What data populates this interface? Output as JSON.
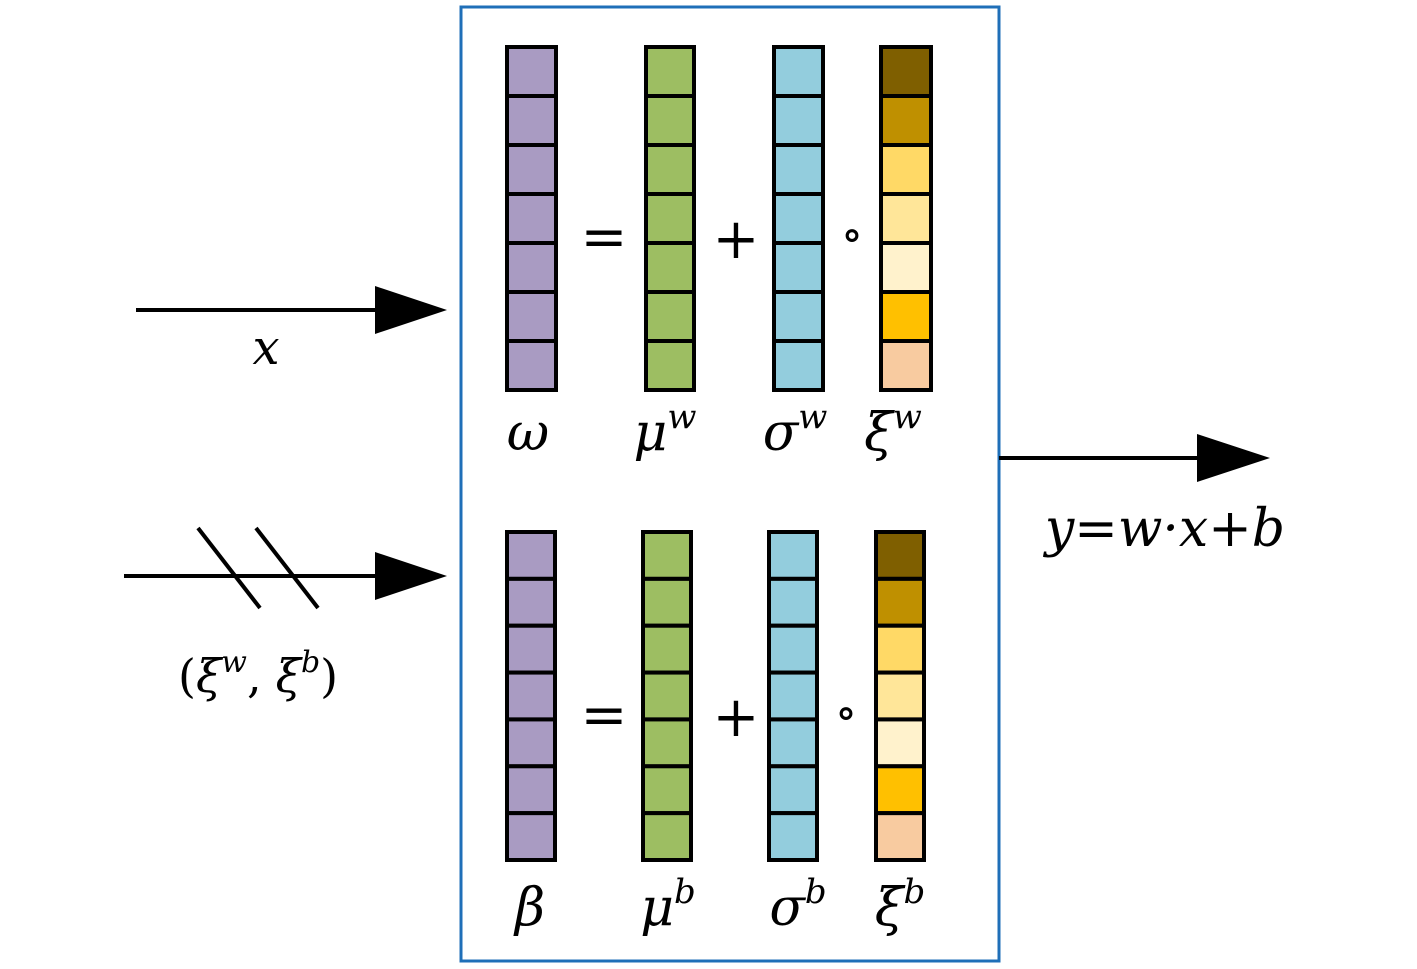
{
  "colors": {
    "frame": "#1f6fb8",
    "weight_cell": "#a99bc2",
    "mean_cell": "#9dbe62",
    "std_cell": "#93cddd",
    "noise_cells": [
      "#7f5f00",
      "#bf9000",
      "#ffd966",
      "#ffe699",
      "#fff2cc",
      "#ffc000",
      "#f8cba0"
    ],
    "stroke": "#000000"
  },
  "inputs": {
    "x": {
      "label": "x"
    },
    "noise": {
      "label_open": "(",
      "label_xi_w": "ξ",
      "label_xi_w_sup": "w",
      "label_sep": ",",
      "label_xi_b": "ξ",
      "label_xi_b_sup": "b",
      "label_close": ")"
    }
  },
  "output": {
    "label": "y=w·x+b"
  },
  "rows": [
    {
      "operators": {
        "equals": "=",
        "plus": "+",
        "hadamard": "∘"
      },
      "columns": [
        {
          "symbol": "ω",
          "superscript": "",
          "cells": 7
        },
        {
          "symbol": "μ",
          "superscript": "w",
          "cells": 7
        },
        {
          "symbol": "σ",
          "superscript": "w",
          "cells": 7
        },
        {
          "symbol": "ξ",
          "superscript": "w",
          "cells": 7
        }
      ]
    },
    {
      "operators": {
        "equals": "=",
        "plus": "+",
        "hadamard": "∘"
      },
      "columns": [
        {
          "symbol": "β",
          "superscript": "",
          "cells": 7
        },
        {
          "symbol": "μ",
          "superscript": "b",
          "cells": 7
        },
        {
          "symbol": "σ",
          "superscript": "b",
          "cells": 7
        },
        {
          "symbol": "ξ",
          "superscript": "b",
          "cells": 7
        }
      ]
    }
  ]
}
